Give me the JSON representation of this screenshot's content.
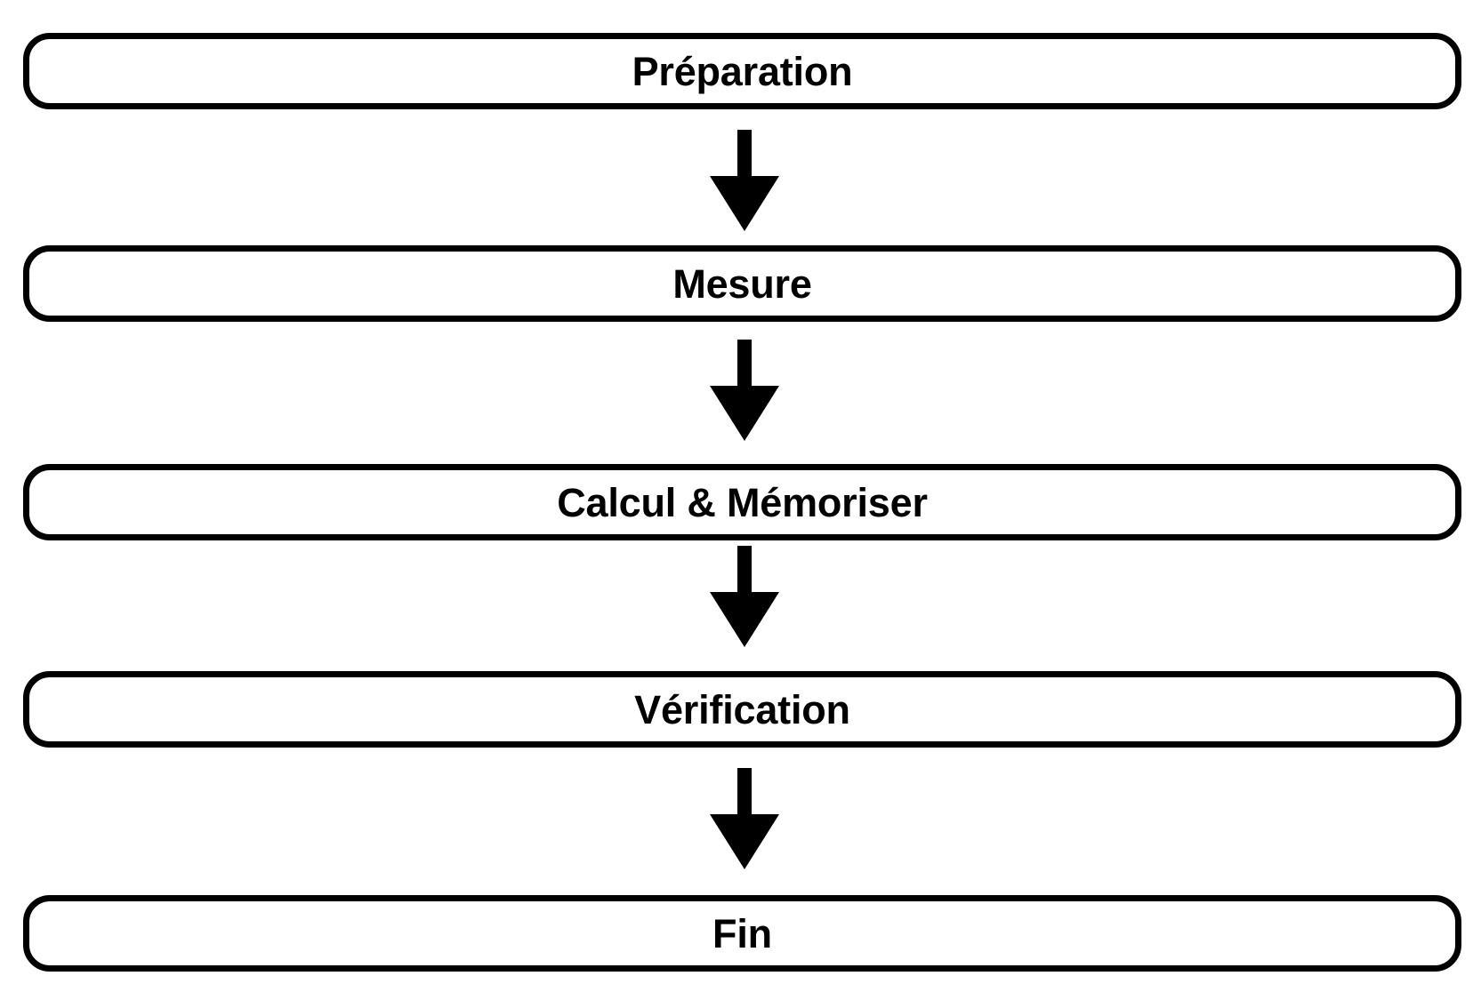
{
  "diagram": {
    "type": "flowchart",
    "orientation": "vertical",
    "title": "Préparation → Mesure → Calcul & Mémoriser → Vérification → Fin",
    "colors": {
      "background": "#ffffff",
      "stroke": "#000000",
      "text": "#000000",
      "fill": "#ffffff"
    },
    "nodes": [
      {
        "id": "preparation",
        "label": "Préparation",
        "shape": "rounded-rectangle"
      },
      {
        "id": "mesure",
        "label": "Mesure",
        "shape": "rounded-rectangle"
      },
      {
        "id": "calcul-memoriser",
        "label": "Calcul & Mémoriser",
        "shape": "rounded-rectangle"
      },
      {
        "id": "verification",
        "label": "Vérification",
        "shape": "rounded-rectangle"
      },
      {
        "id": "fin",
        "label": "Fin",
        "shape": "rounded-rectangle"
      }
    ],
    "edges": [
      {
        "id": "edge-preparation-mesure",
        "from": "preparation",
        "to": "mesure",
        "marker": "arrow-down-icon",
        "label": ""
      },
      {
        "id": "edge-mesure-calcul",
        "from": "mesure",
        "to": "calcul-memoriser",
        "marker": "arrow-down-icon",
        "label": ""
      },
      {
        "id": "edge-calcul-verification",
        "from": "calcul-memoriser",
        "to": "verification",
        "marker": "arrow-down-icon",
        "label": ""
      },
      {
        "id": "edge-verification-fin",
        "from": "verification",
        "to": "fin",
        "marker": "arrow-down-icon",
        "label": ""
      }
    ]
  }
}
